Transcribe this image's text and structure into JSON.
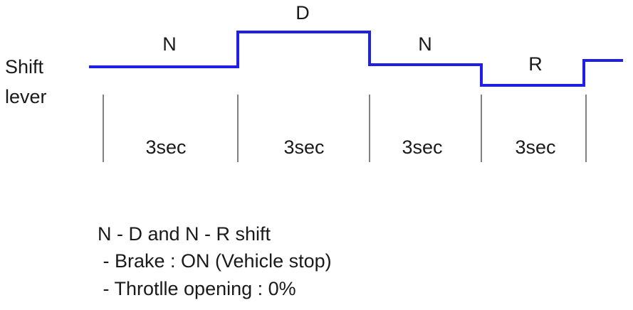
{
  "axis_label": {
    "line1": "Shift",
    "line2": "lever"
  },
  "signal_color": "#1f1fe6",
  "states": [
    {
      "position": "N",
      "duration": "3sec"
    },
    {
      "position": "D",
      "duration": "3sec"
    },
    {
      "position": "N",
      "duration": "3sec"
    },
    {
      "position": "R",
      "duration": "3sec"
    }
  ],
  "notes": {
    "title": "N - D and N - R shift",
    "items": [
      " - Brake : ON (Vehicle stop)",
      " - Throtlle opening : 0%"
    ]
  }
}
